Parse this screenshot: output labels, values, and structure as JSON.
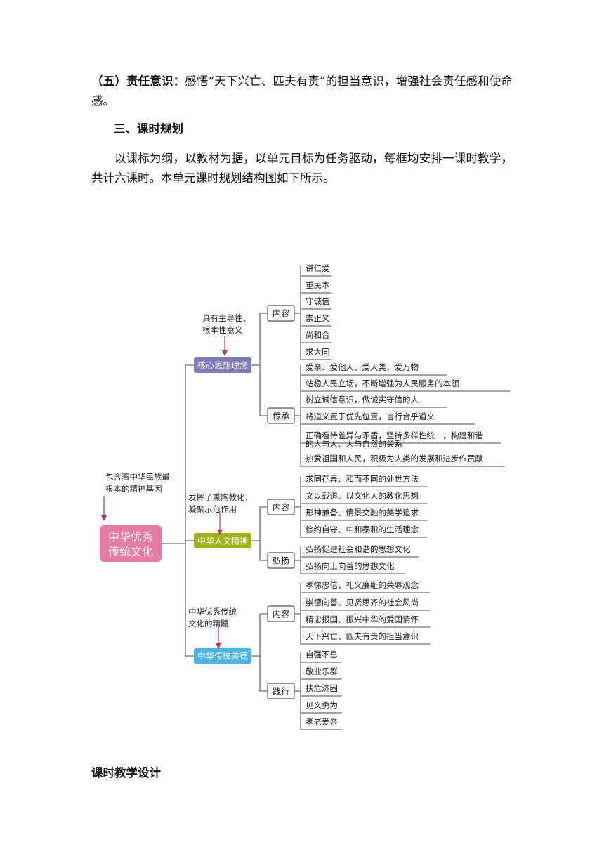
{
  "section5": {
    "label": "（五）责任意识：",
    "text": "感悟“天下兴亡、匹夫有责”的担当意识，增强社会责任感和使命感。"
  },
  "section3": {
    "heading": "三、课时规划",
    "text": "以课标为纲，以教材为据，以单元目标为任务驱动，每框均安排一课时教学，共计六课时。本单元课时规划结构图如下所示。"
  },
  "diagram": {
    "root": {
      "label_line1": "中华优秀",
      "label_line2": "传统文化",
      "color": "#e67ba6"
    },
    "root_note": {
      "line1": "包含着中华民族最",
      "line2": "根本的精神基因"
    },
    "branches": [
      {
        "label": "核心思想理念",
        "color": "#7f7ab8",
        "note": {
          "line1": "具有主导性、",
          "line2": "根本性意义"
        },
        "groups": [
          {
            "label": "内容",
            "items": [
              "讲仁爱",
              "重民本",
              "守诚信",
              "崇正义",
              "尚和合",
              "求大同"
            ]
          },
          {
            "label": "传承",
            "items": [
              "爱亲、爱他人、爱人类、爱万物",
              "站稳人民立场，不断增强为人民服务的本领",
              "树立诚信意识，做诚实守信的人",
              "将道义置于优先位置，言行合乎道义",
              "正确看待差异与矛盾，坚持多样性统一，构建和谐",
              "的人与人、人与自然的关系",
              "热爱祖国和人民，积极为人类的发展和进步作贡献"
            ]
          }
        ]
      },
      {
        "label": "中华人文精神",
        "color": "#a2b21f",
        "note": {
          "line1": "发挥了熏陶教化、",
          "line2": "凝聚示范作用"
        },
        "groups": [
          {
            "label": "内容",
            "items": [
              "求同存异、和而不同的处世方法",
              "文以载道、以文化人的教化思想",
              "形神兼备、情景交融的美学追求",
              "俭约自守、中和泰和的生活理念"
            ]
          },
          {
            "label": "弘扬",
            "items": [
              "弘扬促进社会和谐的思想文化",
              "弘扬向上向善的思想文化"
            ]
          }
        ]
      },
      {
        "label": "中华传统美德",
        "color": "#4cb3e9",
        "note": {
          "line1": "中华优秀传统",
          "line2": "文化的精髓"
        },
        "groups": [
          {
            "label": "内容",
            "items": [
              "孝悌忠信、礼义廉耻的荣辱观念",
              "崇德向善、见贤思齐的社会风尚",
              "精忠报国、振兴中华的爱国情怀",
              "天下兴亡、匹夫有责的担当意识"
            ]
          },
          {
            "label": "践行",
            "items": [
              "自强不息",
              "敬业乐群",
              "扶危济困",
              "见义勇为",
              "孝老爱亲"
            ]
          }
        ]
      }
    ]
  },
  "footer": {
    "heading": "课时教学设计"
  }
}
